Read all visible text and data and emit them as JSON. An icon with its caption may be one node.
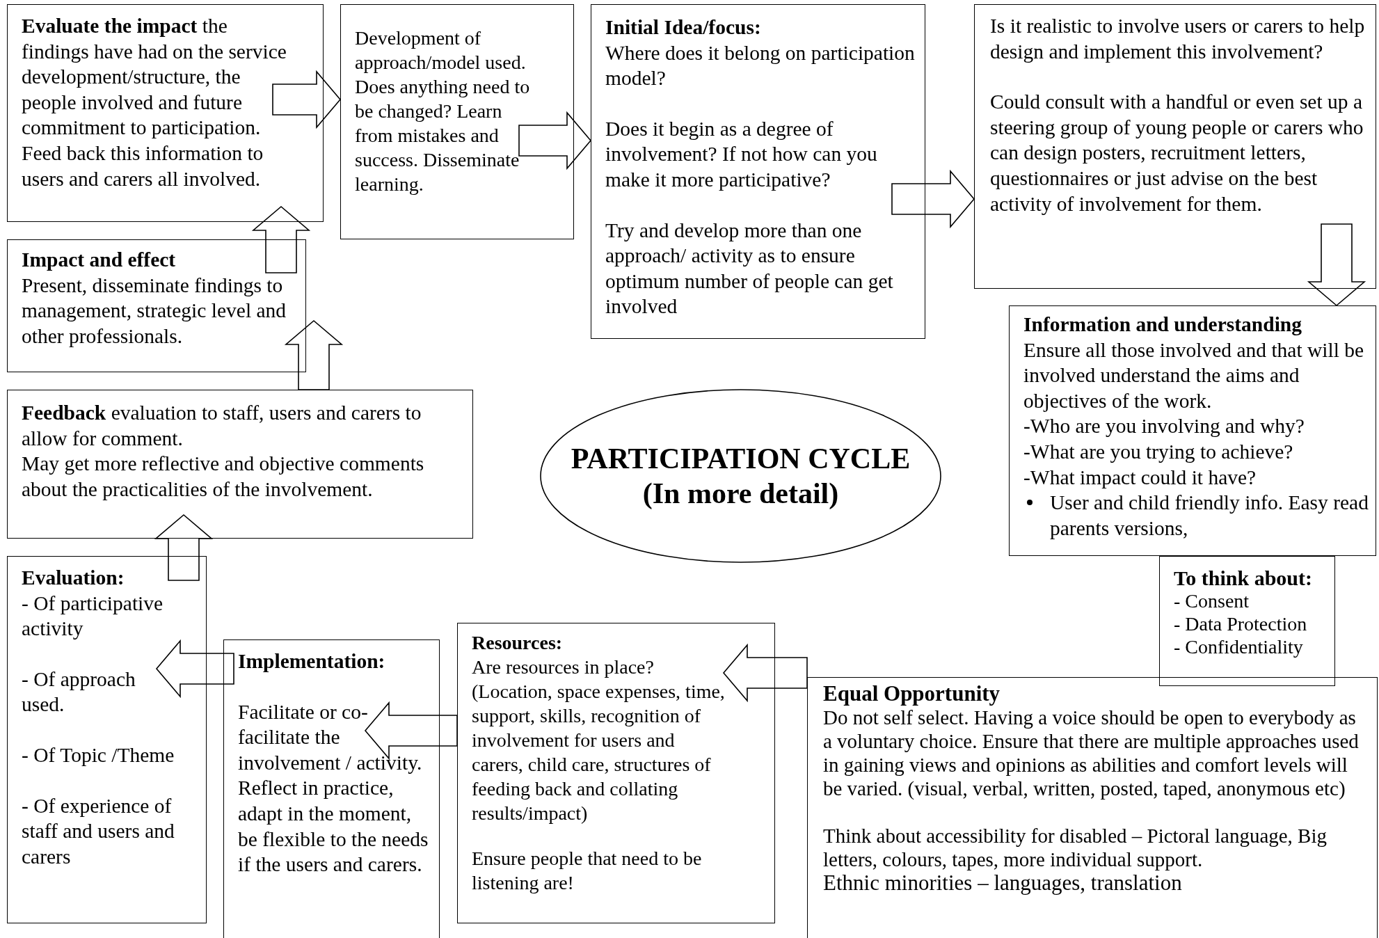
{
  "diagram": {
    "nodes": [
      {
        "text": [
          "**Evaluate the impact** the findings have had on the service development/structure, the people involved and future commitment to participation. Feed back this information to users and carers all involved."
        ]
      },
      {
        "text": [
          "Development of approach/model used. Does anything need to be changed? Learn from mistakes and success. Disseminate learning."
        ]
      },
      {
        "text": [
          "Initial Idea/focus:",
          "Where does it belong on participation model?",
          "Does it begin as a degree of involvement? If not how can you make it more participative?",
          "Try and develop more than one approach/ activity as to ensure optimum number of people can get involved"
        ]
      },
      {
        "text": [
          "Is it realistic to involve users or carers to help design and implement this involvement?",
          "Could consult with a handful or even set up a steering group of young people or carers who can design posters, recruitment letters, questionnaires or just advise on the best activity of involvement for them."
        ]
      },
      {
        "text": [
          "Information and understanding",
          "Ensure all those involved and that will be involved understand the aims and objectives of the work.",
          "-Who are you involving and why?",
          "-What are you trying to achieve?",
          "-What impact could it have?",
          "User and child friendly info. Easy read parents versions,"
        ]
      },
      {
        "text": [
          "To think about:",
          "- Consent",
          "- Data Protection",
          "- Confidentiality"
        ]
      },
      {
        "text": [
          "Equal Opportunity",
          "Do not self select. Having a voice should be open to everybody as a voluntary choice. Ensure that there are multiple approaches used in gaining views and opinions as abilities and comfort levels will be varied. (visual, verbal, written, posted, taped, anonymous etc)",
          "Think about accessibility for disabled – Pictoral language, Big letters, colours, tapes, more individual support.",
          "Ethnic minorities – languages, translation"
        ]
      },
      {
        "text": [
          "Resources:",
          "Are resources in place? (Location, space expenses, time, support, skills, recognition of involvement for users and carers, child care, structures of feeding back and collating results/impact)",
          "Ensure people that need to be listening are!"
        ]
      },
      {
        "text": [
          "Implementation:",
          "Facilitate or co-facilitate the involvement / activity.",
          "Reflect in practice, adapt in the moment, be flexible to the needs if the users and carers."
        ]
      },
      {
        "text": [
          "Evaluation:",
          "- Of participative activity",
          "- Of approach used.",
          "- Of Topic /Theme",
          "- Of experience of staff and users and carers"
        ]
      },
      {
        "text": [
          "**Feedback** evaluation to staff, users and carers to allow for comment.",
          "May get more reflective and objective comments about the practicalities of the involvement."
        ]
      },
      {
        "text": [
          "Impact and effect",
          "Present, disseminate findings to management, strategic level and other professionals."
        ]
      },
      {
        "text": [
          "PARTICIPATION CYCLE",
          "(In more detail)"
        ]
      }
    ],
    "edges": [
      {
        "from": 0,
        "to": 1,
        "arrow": "to"
      },
      {
        "from": 1,
        "to": 2,
        "arrow": "to"
      },
      {
        "from": 2,
        "to": 3,
        "arrow": "to"
      },
      {
        "from": 3,
        "to": 4,
        "arrow": "to"
      },
      {
        "from": 6,
        "to": 7,
        "arrow": "to"
      },
      {
        "from": 7,
        "to": 8,
        "arrow": "to"
      },
      {
        "from": 8,
        "to": 9,
        "arrow": "to"
      },
      {
        "from": 9,
        "to": 10,
        "arrow": "to"
      },
      {
        "from": 10,
        "to": 11,
        "arrow": "to"
      },
      {
        "from": 11,
        "to": 0,
        "arrow": "to"
      }
    ]
  }
}
